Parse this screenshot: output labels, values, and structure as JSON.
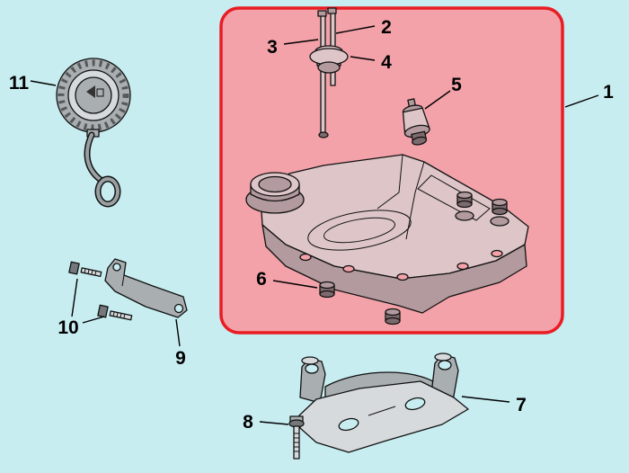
{
  "colors": {
    "background": "#c7edf1",
    "highlight_fill": "#f2a2a8",
    "highlight_border": "#ea1c23",
    "outline": "#111111",
    "part_light": "#d6dadc",
    "part_mid": "#a9aeb0",
    "part_dark": "#74787a",
    "part_light_pink": "#ddc5c8",
    "part_mid_pink": "#b29a9e",
    "part_dark_pink": "#7d6a6e"
  },
  "callouts": [
    "1",
    "2",
    "3",
    "4",
    "5",
    "6",
    "7",
    "8",
    "9",
    "10",
    "11"
  ]
}
